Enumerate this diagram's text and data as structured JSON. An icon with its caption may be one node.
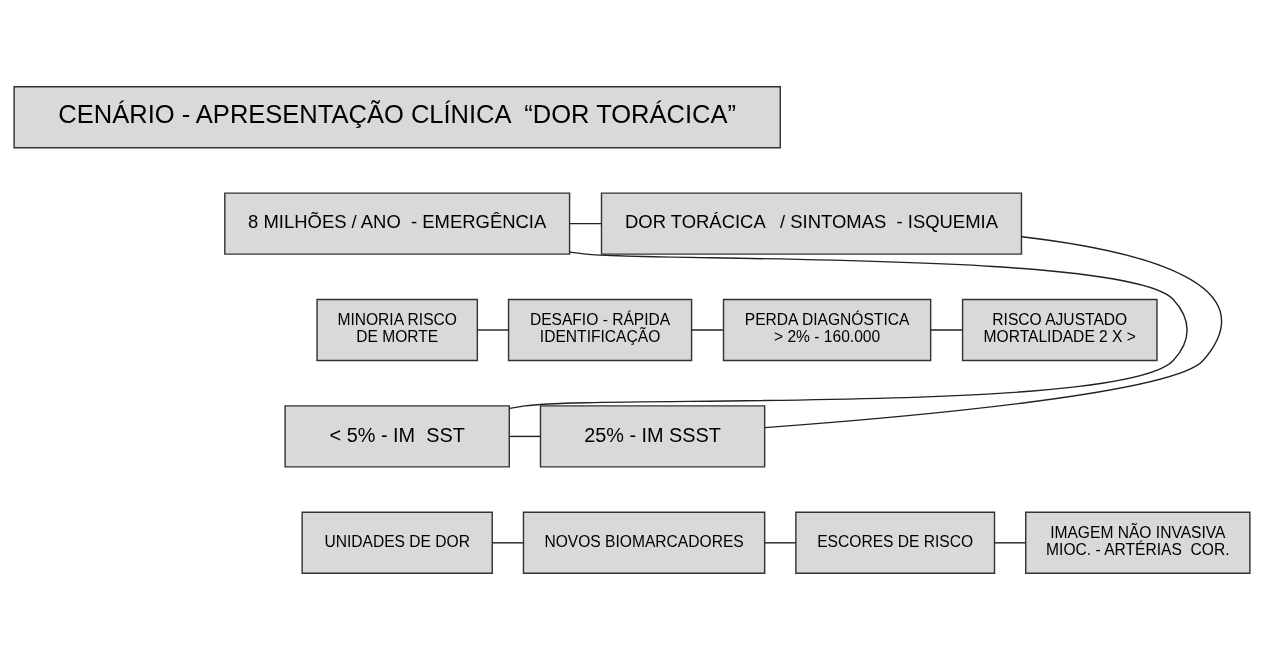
{
  "diagram": {
    "nodes": [
      {
        "text": [
          "CENÁRIO - APRESENTAÇÃO CLÍNICA  “DOR TORÁCICA”"
        ]
      },
      {
        "text": [
          "8 MILHÕES / ANO  - EMERGÊNCIA"
        ]
      },
      {
        "text": [
          "DOR TORÁCICA   / SINTOMAS  - ISQUEMIA"
        ]
      },
      {
        "text": [
          "MINORIA RISCO DE MORTE"
        ]
      },
      {
        "text": [
          "DESAFIO - RÁPIDA IDENTIFICAÇÃO"
        ]
      },
      {
        "text": [
          "PERDA DIAGNÓSTICA > 2% - 160.000"
        ]
      },
      {
        "text": [
          "RISCO AJUSTADO MORTALIDADE 2 X >"
        ]
      },
      {
        "text": [
          "< 5% - IM  SST"
        ]
      },
      {
        "text": [
          "25% - IM SSST"
        ]
      },
      {
        "text": [
          "UNIDADES DE DOR"
        ]
      },
      {
        "text": [
          "NOVOS BIOMARCADORES"
        ]
      },
      {
        "text": [
          "ESCORES DE RISCO"
        ]
      },
      {
        "text": [
          "IMAGEM NÃO INVASIVA MIOC. - ARTÉRIAS  COR."
        ]
      }
    ],
    "edges": [
      {
        "from": 1,
        "to": 2,
        "arrow": "none"
      },
      {
        "from": 1,
        "to": 7,
        "arrow": "none"
      },
      {
        "from": 2,
        "to": 8,
        "arrow": "none"
      },
      {
        "from": 7,
        "to": 8,
        "arrow": "none"
      },
      {
        "from": 3,
        "to": 4,
        "arrow": "none"
      },
      {
        "from": 4,
        "to": 5,
        "arrow": "none"
      },
      {
        "from": 5,
        "to": 6,
        "arrow": "none"
      },
      {
        "from": 9,
        "to": 10,
        "arrow": "none"
      },
      {
        "from": 10,
        "to": 11,
        "arrow": "none"
      },
      {
        "from": 11,
        "to": 12,
        "arrow": "none"
      }
    ]
  }
}
